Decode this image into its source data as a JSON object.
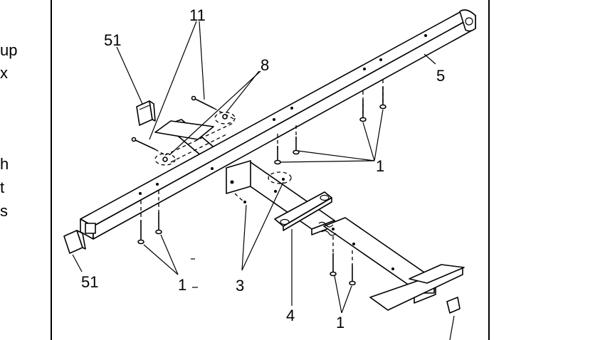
{
  "left_margin_text": [
    "up",
    "x",
    "h",
    "t",
    "s"
  ],
  "labels": {
    "part_11": "11",
    "part_51_top": "51",
    "part_8": "8",
    "part_5": "5",
    "part_1_right": "1",
    "part_1_bottom_left": "1",
    "part_3": "3",
    "part_4": "4",
    "part_1_bottom_right": "1",
    "part_51_bottom": "51"
  },
  "colors": {
    "ink": "#000000",
    "paper": "#ffffff"
  }
}
